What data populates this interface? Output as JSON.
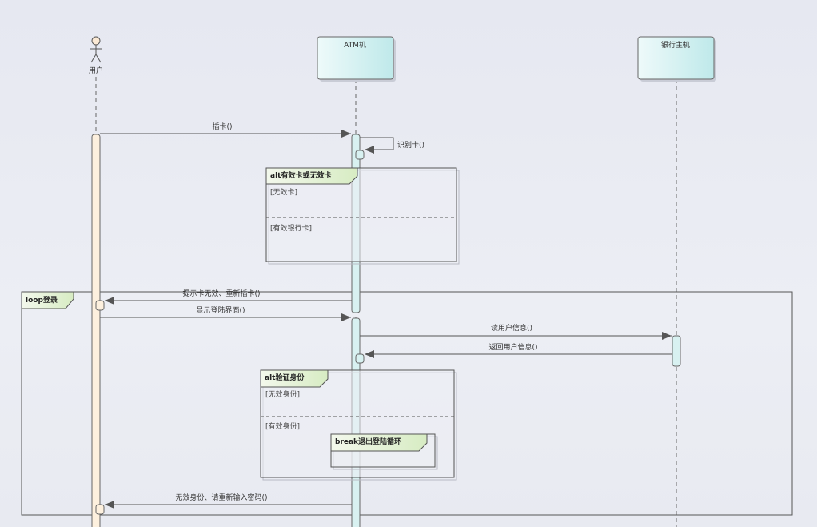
{
  "lifelines": {
    "user": {
      "label": "用户"
    },
    "atm": {
      "label": "ATM机"
    },
    "bank": {
      "label": "银行主机"
    }
  },
  "messages": {
    "insert_card": "插卡()",
    "identify_card": "识别卡()",
    "prompt_invalid_card": "提示卡无效、重新插卡()",
    "show_login": "显示登陆界面()",
    "read_user_info": "读用户信息()",
    "return_user_info": "返回用户信息()",
    "invalid_identity_reenter": "无效身份、请重新输入密码()"
  },
  "frames": {
    "alt_card": {
      "label": "alt有效卡或无效卡",
      "guard1": "[无效卡]",
      "guard2": "[有效银行卡]"
    },
    "loop_login": {
      "label": "loop登录"
    },
    "alt_identity": {
      "label": "alt验证身份",
      "guard1": "[无效身份]",
      "guard2": "[有效身份]"
    },
    "break_exit": {
      "label": "break退出登陆循环"
    }
  },
  "colors": {
    "lifeline_head_fill": "#d9f4f4",
    "frame_tag_fill": "#e7f3dc",
    "user_activation_fill": "#fdf0de",
    "atm_activation_fill": "#d8f1f1"
  }
}
